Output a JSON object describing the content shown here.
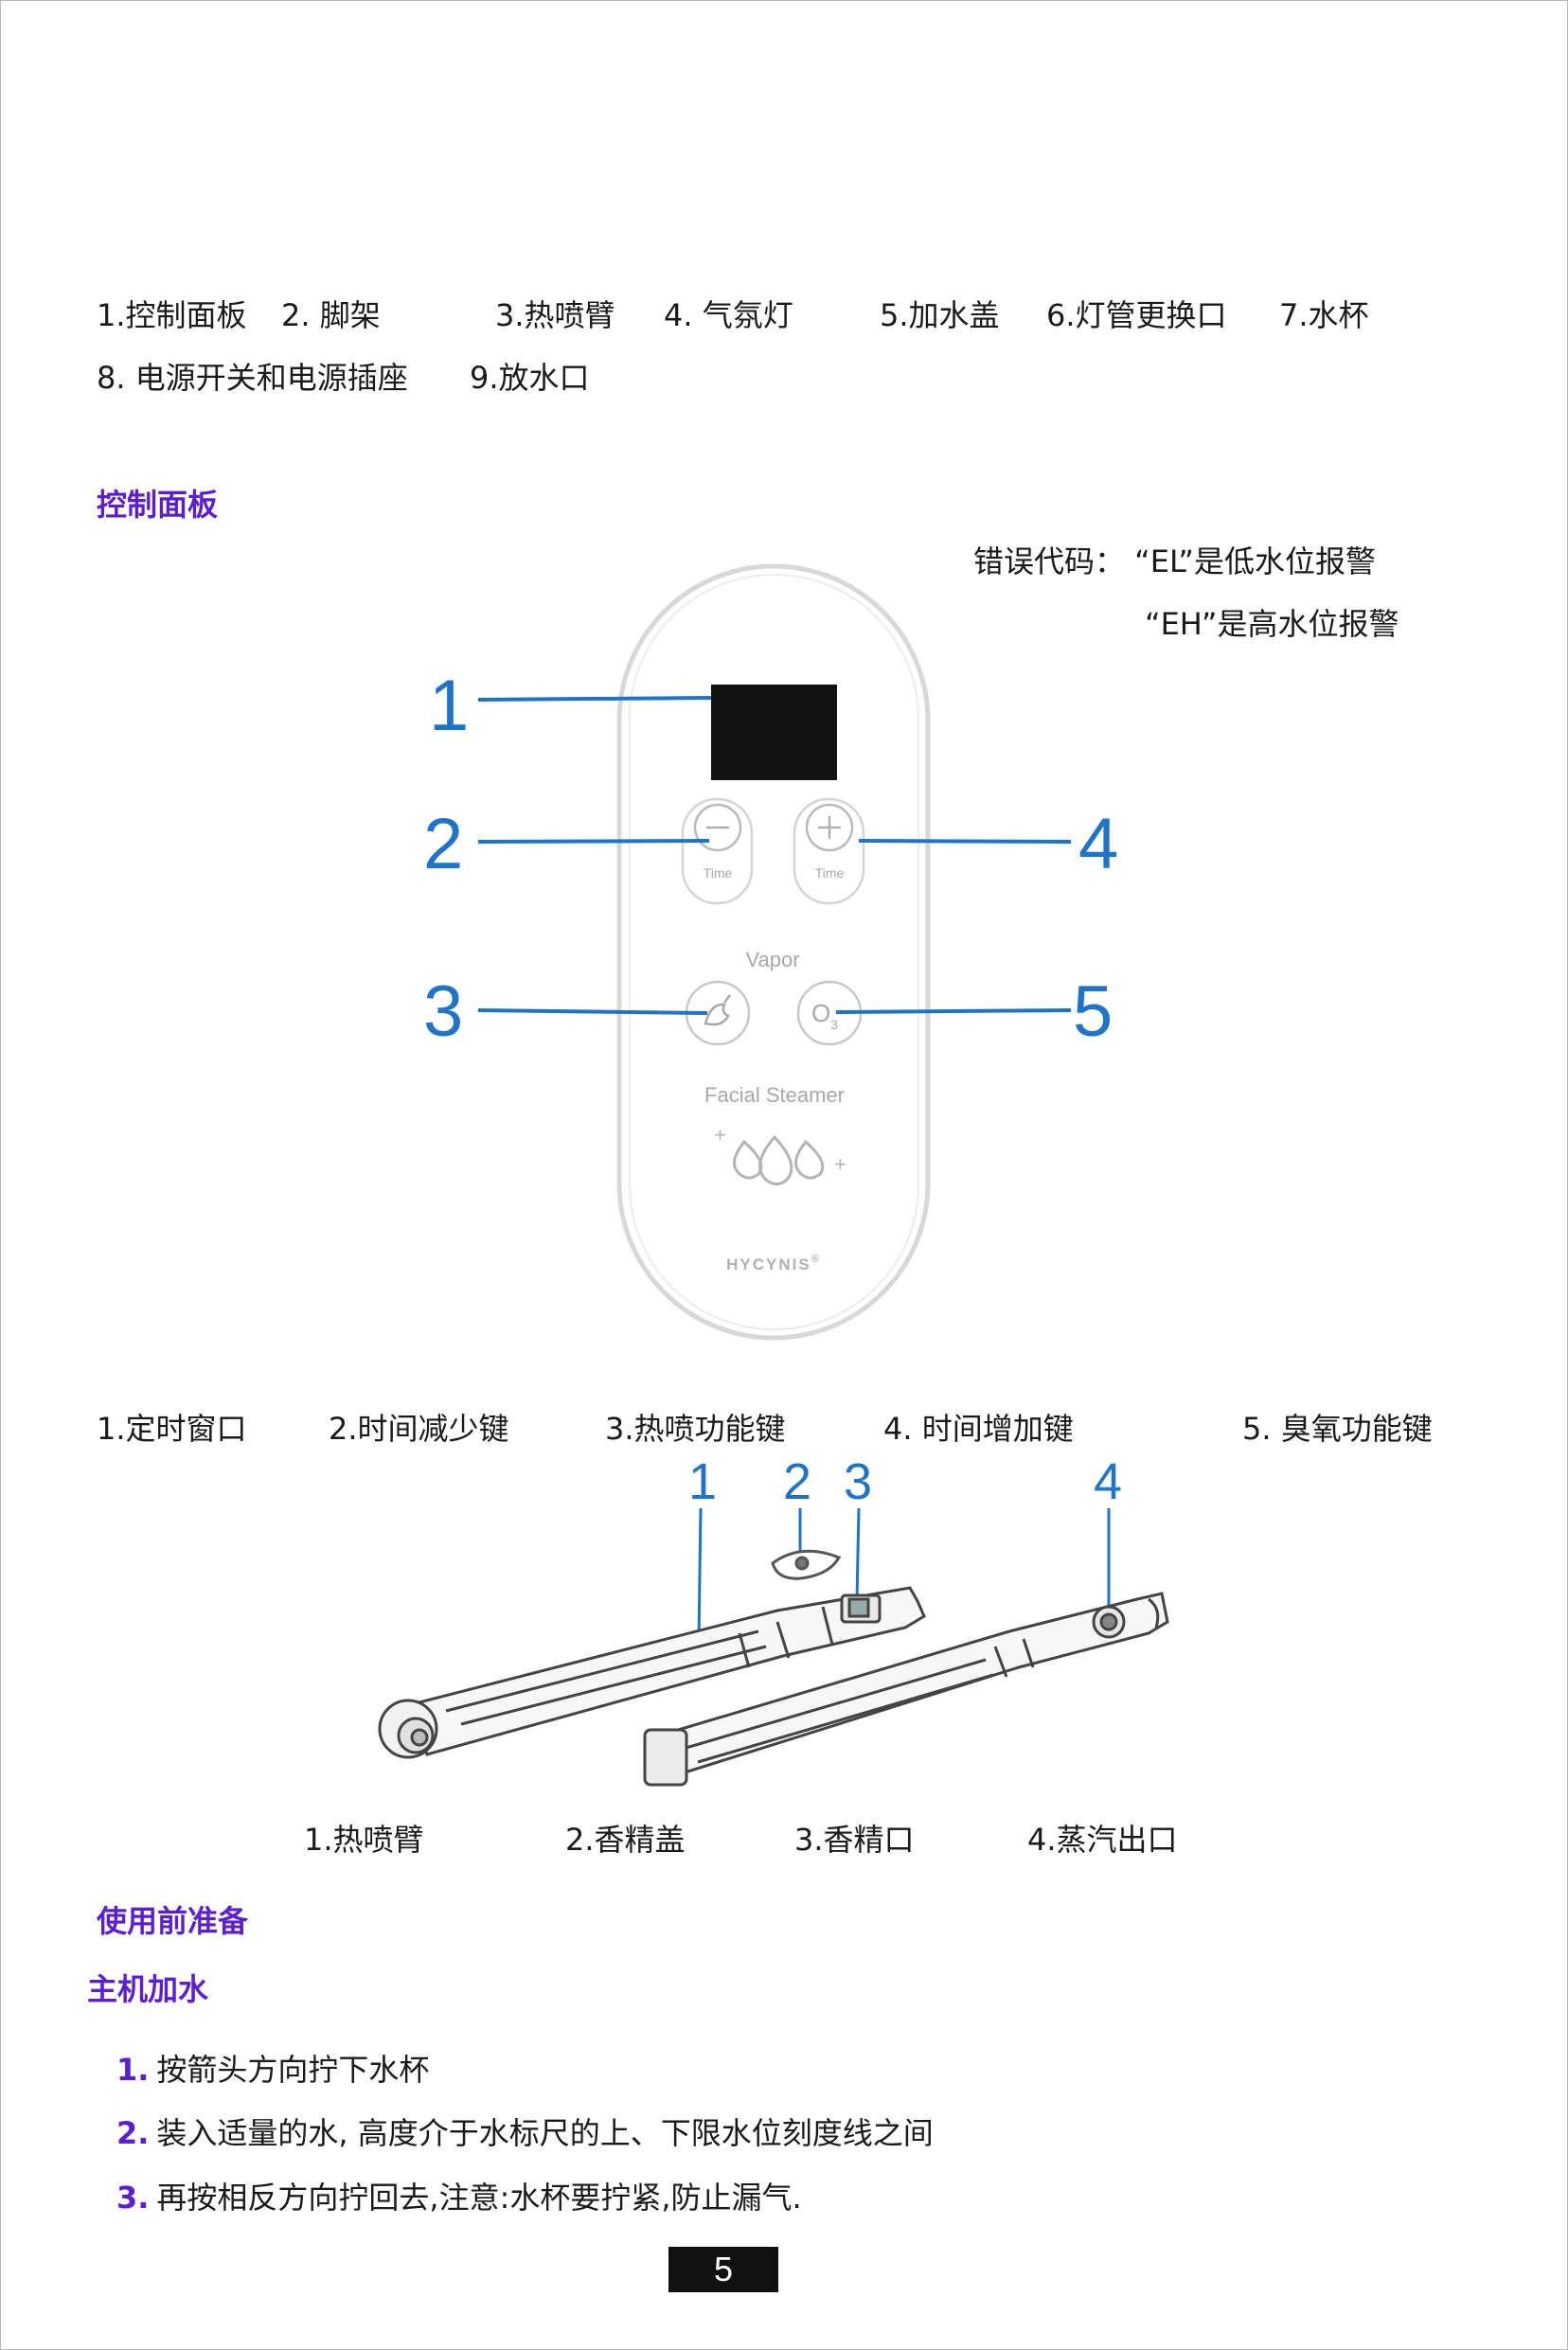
{
  "parts_list": {
    "row1": [
      "1.控制面板",
      "2.  脚架",
      "3.热喷臂",
      "4.  气氛灯",
      "5.加水盖",
      "6.灯管更换口",
      "7.水杯"
    ],
    "row2": [
      "8.  电源开关和电源插座",
      "9.放水口"
    ]
  },
  "control_panel": {
    "heading": "控制面板",
    "error_line1": "错误代码：  “EL”是低水位报警",
    "error_line2": "“EH”是高水位报警",
    "diagram": {
      "callouts": [
        "1",
        "2",
        "3",
        "4",
        "5"
      ],
      "button_minus_label": "Time",
      "button_plus_label": "Time",
      "vapor_label": "Vapor",
      "ozone_symbol": "O",
      "ozone_sub": "3",
      "product_name": "Facial Steamer",
      "brand": "HYCYNIS",
      "registered_mark": "®"
    },
    "legend": [
      "1.定时窗口",
      "2.时间减少键",
      "3.热喷功能键",
      "4.  时间增加键",
      "5.  臭氧功能键"
    ]
  },
  "arm": {
    "callouts": [
      "1",
      "2",
      "3",
      "4"
    ],
    "legend": [
      "1.热喷臂",
      "2.香精盖",
      "3.香精口",
      "4.蒸汽出口"
    ]
  },
  "prep": {
    "heading": "使用前准备",
    "subheading": "主机加水",
    "steps": [
      {
        "num": "1.",
        "text": "按箭头方向拧下水杯"
      },
      {
        "num": "2.",
        "text": "装入适量的水,  高度介于水标尺的上、下限水位刻度线之间"
      },
      {
        "num": "3.",
        "text": "再按相反方向拧回去,注意:水杯要拧紧,防止漏气."
      }
    ]
  },
  "page_number": "5",
  "colors": {
    "heading": "#5b1fd1",
    "callout": "#1f73c9",
    "display": "#111111"
  }
}
